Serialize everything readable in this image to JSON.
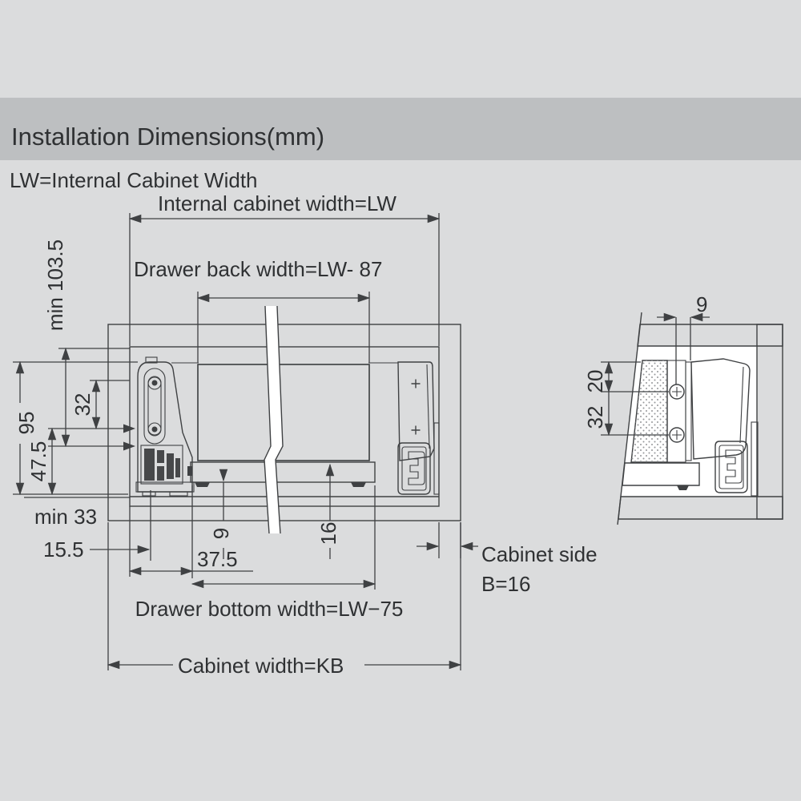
{
  "header": {
    "title": "Installation Dimensions(mm)",
    "subtitle": "LW=Internal Cabinet Width"
  },
  "main_view": {
    "dims": {
      "internal_cabinet_width": "Internal cabinet width=LW",
      "drawer_back_width": "Drawer back width=LW- 87",
      "min_internal_height": "min 103.5",
      "runner_height": "95",
      "hole_spacing": "32",
      "hole_height": "47.5",
      "min_bottom": "min 33",
      "front_offset": "15.5",
      "side_offset": "37.5",
      "bottom_recess": "9",
      "bottom_thickness": "16",
      "cabinet_side": "Cabinet side",
      "cabinet_side_thickness": "B=16",
      "drawer_bottom_width": "Drawer bottom width=LW−75",
      "cabinet_width": "Cabinet width=KB"
    }
  },
  "detail_view": {
    "dims": {
      "back_offset": "9",
      "top_hole_offset": "20",
      "hole_spacing": "32"
    }
  },
  "colors": {
    "page_bg": "#dbdcdd",
    "title_bar": "#bdbfc1",
    "cabinet_fill": "#c6c8ca",
    "line": "#3f4143",
    "text": "#2f3133"
  }
}
